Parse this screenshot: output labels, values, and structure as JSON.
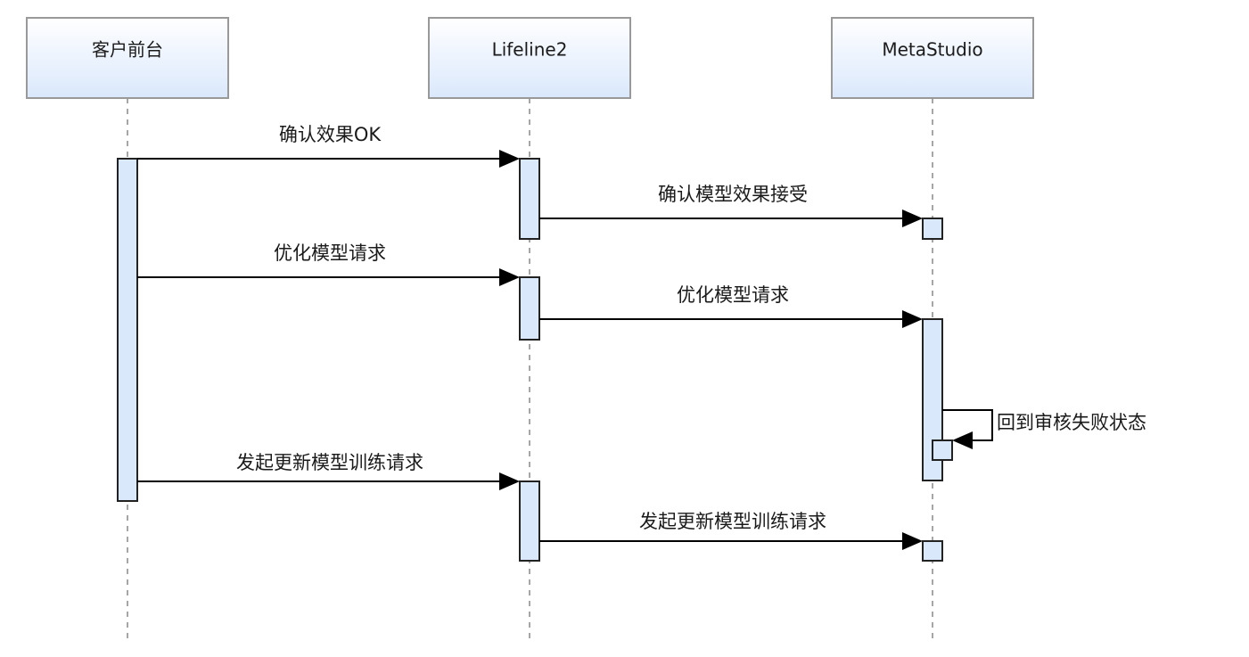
{
  "participants": [
    {
      "id": "p1",
      "label": "客户前台"
    },
    {
      "id": "p2",
      "label": "Lifeline2"
    },
    {
      "id": "p3",
      "label": "MetaStudio"
    }
  ],
  "messages": [
    {
      "from": "p1",
      "to": "p2",
      "label": "确认效果OK"
    },
    {
      "from": "p2",
      "to": "p3",
      "label": "确认模型效果接受"
    },
    {
      "from": "p1",
      "to": "p2",
      "label": "优化模型请求"
    },
    {
      "from": "p2",
      "to": "p3",
      "label": "优化模型请求"
    },
    {
      "from": "p3",
      "to": "p3",
      "label": "回到审核失败状态",
      "self": true
    },
    {
      "from": "p1",
      "to": "p2",
      "label": "发起更新模型训练请求"
    },
    {
      "from": "p2",
      "to": "p3",
      "label": "发起更新模型训练请求"
    }
  ],
  "colors": {
    "box_fill_top": "#ffffff",
    "box_fill_bottom": "#dae8fc",
    "box_stroke": "#999999",
    "activation_fill": "#dae8fc",
    "lifeline": "#888888",
    "arrow": "#000000",
    "text": "#1a1a1a"
  }
}
